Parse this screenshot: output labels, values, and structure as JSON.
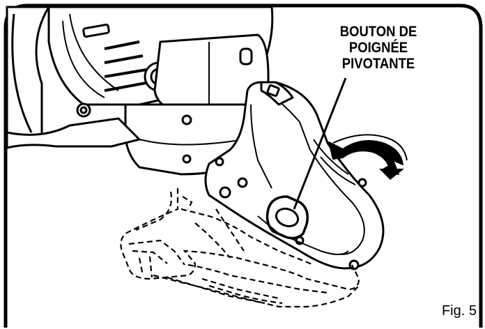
{
  "callout": {
    "line1": "BOUTON DE",
    "line2": "POIGNÉE",
    "line3": "PIVOTANTE"
  },
  "figure_label": "Fig. 5",
  "colors": {
    "ink": "#000000",
    "paper": "#ffffff"
  },
  "icons": [
    "rotation-arrow-icon"
  ]
}
